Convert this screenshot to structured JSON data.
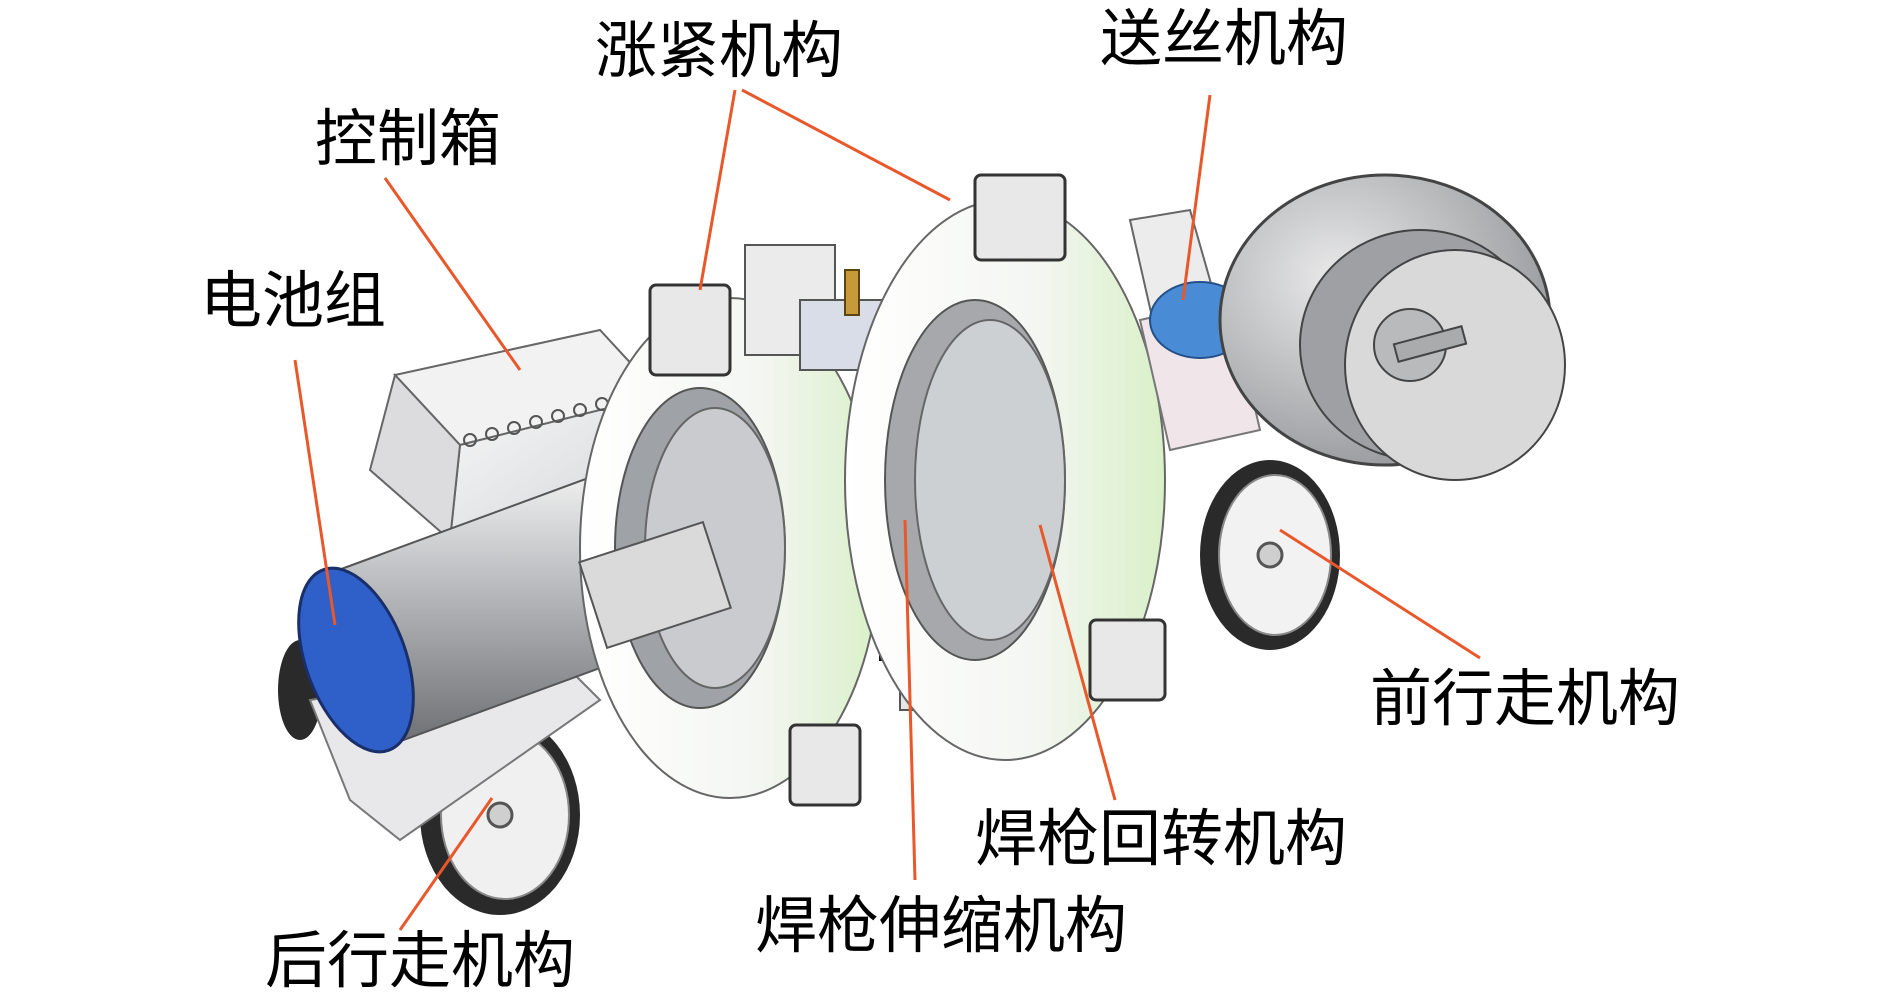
{
  "labels": {
    "battery_pack": "电池组",
    "control_box": "控制箱",
    "expansion_mechanism": "涨紧机构",
    "wire_feed_mechanism": "送丝机构",
    "front_travel_mechanism": "前行走机构",
    "torch_rotation_mechanism": "焊枪回转机构",
    "torch_telescopic_mechanism": "焊枪伸缩机构",
    "rear_travel_mechanism": "后行走机构"
  },
  "colors": {
    "leader_line": "#e8582a",
    "battery_cap": "#2f5fc8",
    "ring_tint": "#e3f4d6",
    "metal": "#b9bcc0",
    "dark_metal": "#3a3a3c",
    "tire": "#2a2a2a"
  }
}
